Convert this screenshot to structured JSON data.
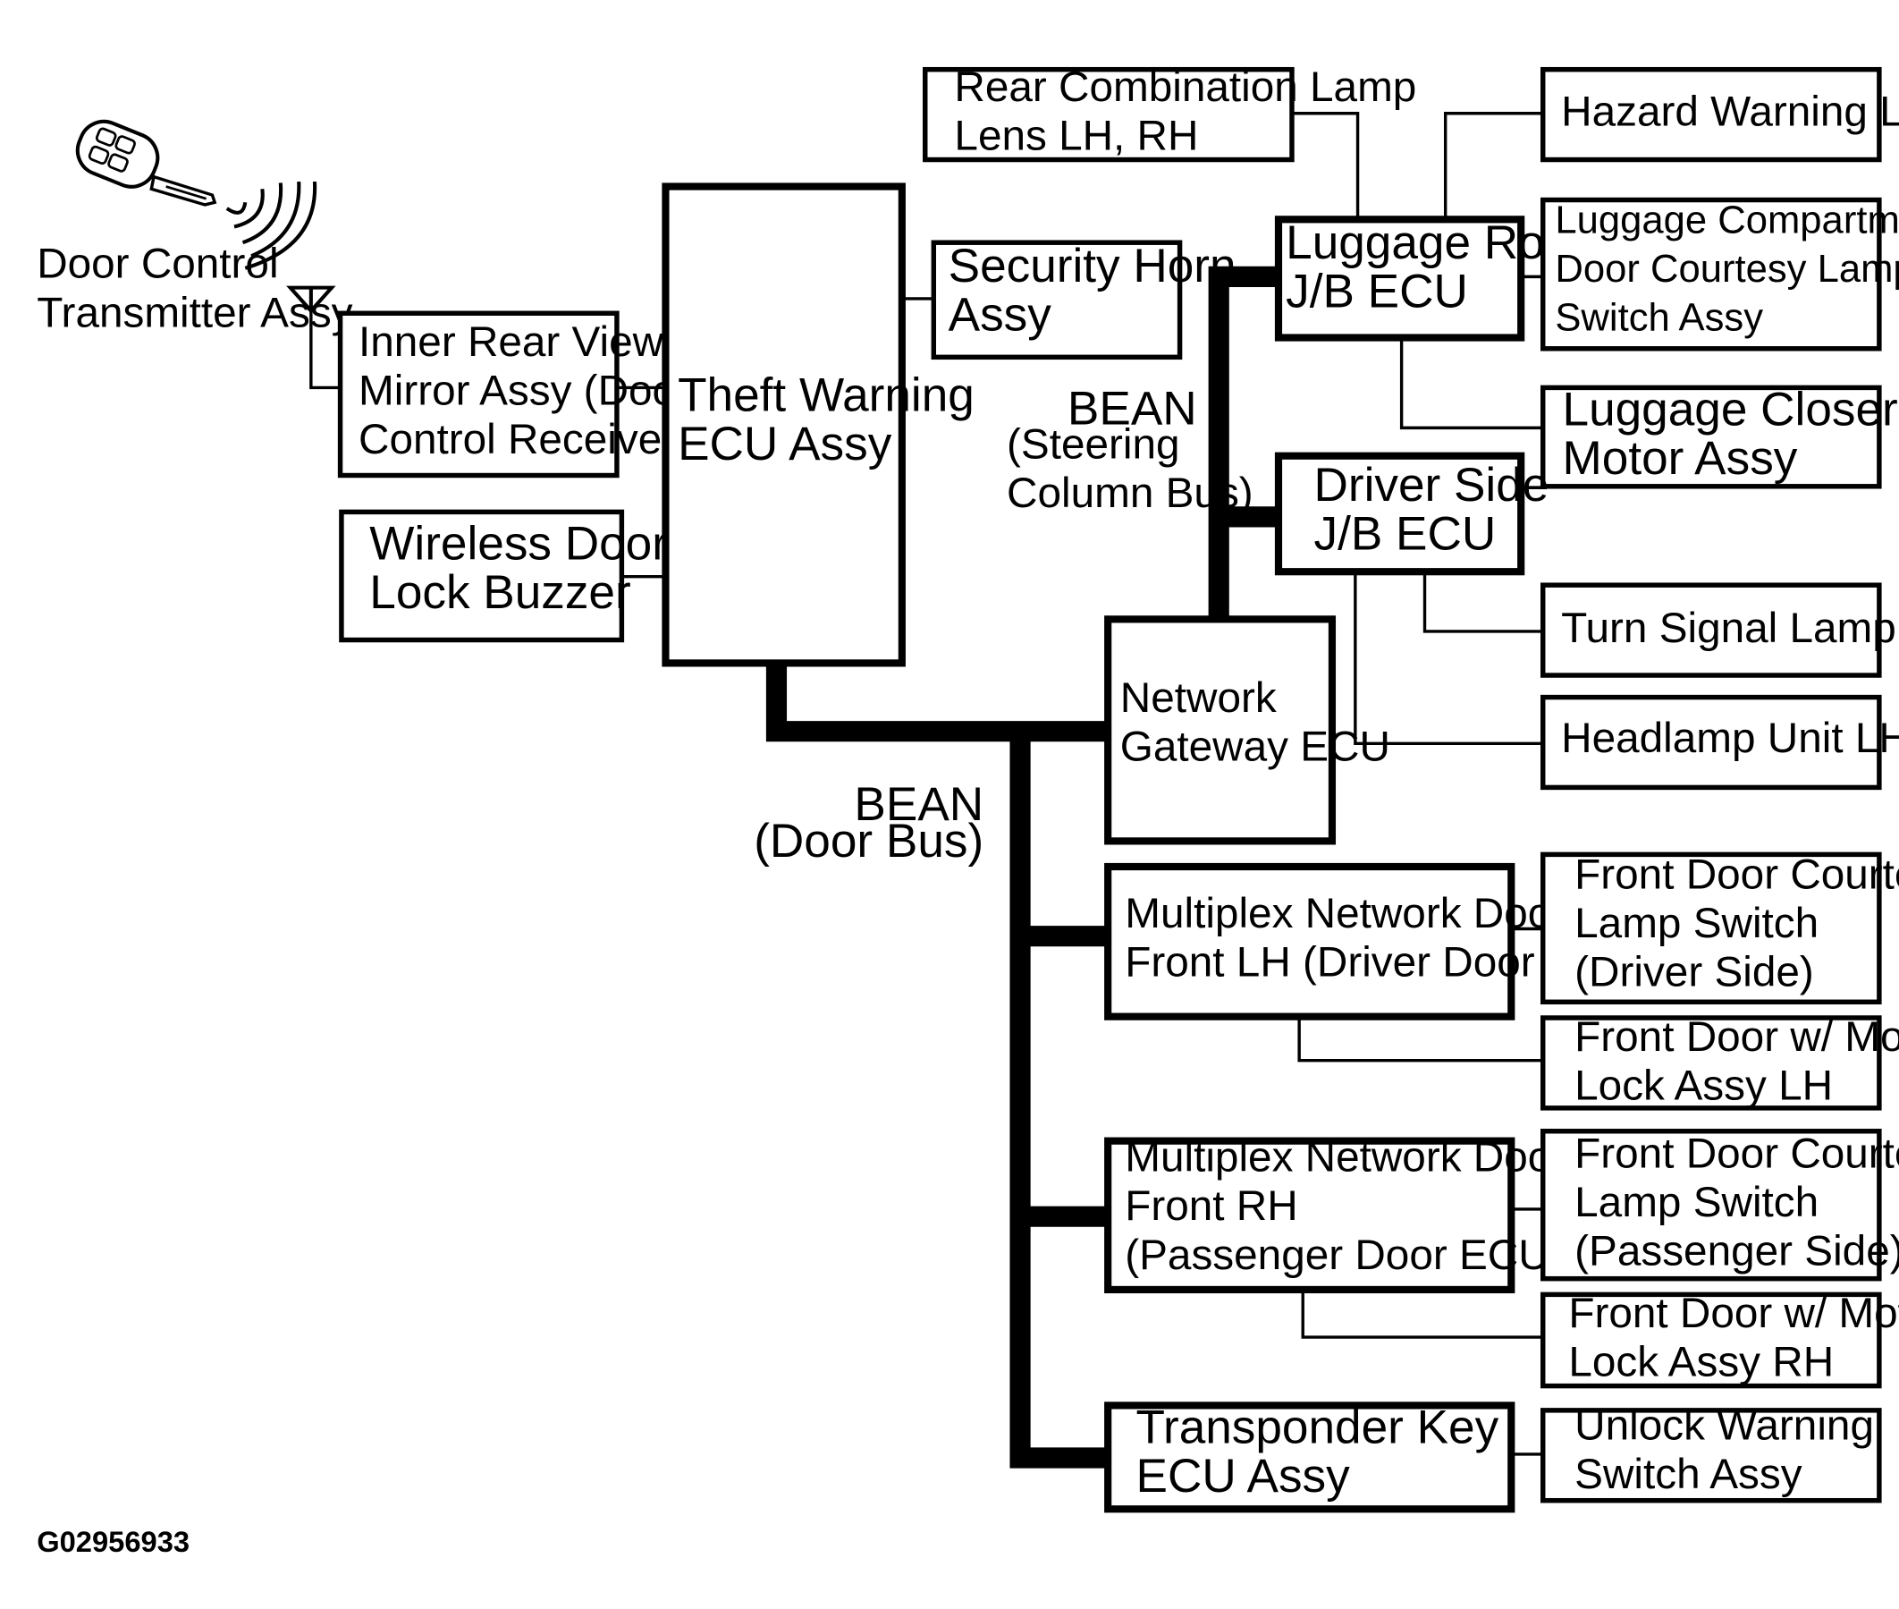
{
  "components": {
    "door_control_transmitter": [
      "Door Control",
      "Transmitter Assy"
    ],
    "inner_rear_view_mirror": [
      "Inner Rear View",
      "Mirror Assy (Door",
      "Control Receiver)"
    ],
    "wireless_door_lock_buzzer": [
      "Wireless Door",
      "Lock Buzzer"
    ],
    "theft_warning_ecu": [
      "Theft Warning",
      "ECU Assy"
    ],
    "security_horn": [
      "Security Horn",
      "Assy"
    ],
    "rear_combination_lamp": [
      "Rear Combination Lamp",
      "Lens LH, RH"
    ],
    "luggage_room_jb_ecu": [
      "Luggage Room",
      "J/B ECU"
    ],
    "hazard_warning_lamp": [
      "Hazard Warning Lamp"
    ],
    "luggage_compartment_switch": [
      "Luggage Compartment",
      "Door Courtesy Lamp",
      "Switch Assy"
    ],
    "luggage_closer_motor": [
      "Luggage Closer",
      "Motor Assy"
    ],
    "driver_side_jb_ecu": [
      "Driver Side",
      "J/B ECU"
    ],
    "turn_signal_lamp": [
      "Turn Signal Lamp"
    ],
    "headlamp_unit": [
      "Headlamp Unit LH, RH"
    ],
    "network_gateway_ecu": [
      "Network",
      "Gateway ECU"
    ],
    "door_ecu_front_lh": [
      "Multiplex Network Door ECU",
      "Front LH (Driver Door ECU)"
    ],
    "front_door_courtesy_driver": [
      "Front Door Courtesy",
      "Lamp Switch",
      "(Driver Side)"
    ],
    "front_door_motor_lock_lh": [
      "Front Door w/ Motor",
      "Lock Assy LH"
    ],
    "door_ecu_front_rh": [
      "Multiplex Network Door ECU",
      "Front RH",
      "(Passenger Door ECU)"
    ],
    "front_door_courtesy_passenger": [
      "Front Door Courtesy",
      "Lamp Switch",
      "(Passenger Side)"
    ],
    "front_door_motor_lock_rh": [
      "Front Door w/ Motor",
      "Lock Assy RH"
    ],
    "transponder_key_ecu": [
      "Transponder Key",
      "ECU Assy"
    ],
    "unlock_warning_switch": [
      "Unlock Warning",
      "Switch Assy"
    ]
  },
  "buses": {
    "steering_column": [
      "BEAN",
      "(Steering",
      "Column Bus)"
    ],
    "door": [
      "BEAN",
      "(Door Bus)"
    ]
  },
  "reference_code": "G02956933"
}
